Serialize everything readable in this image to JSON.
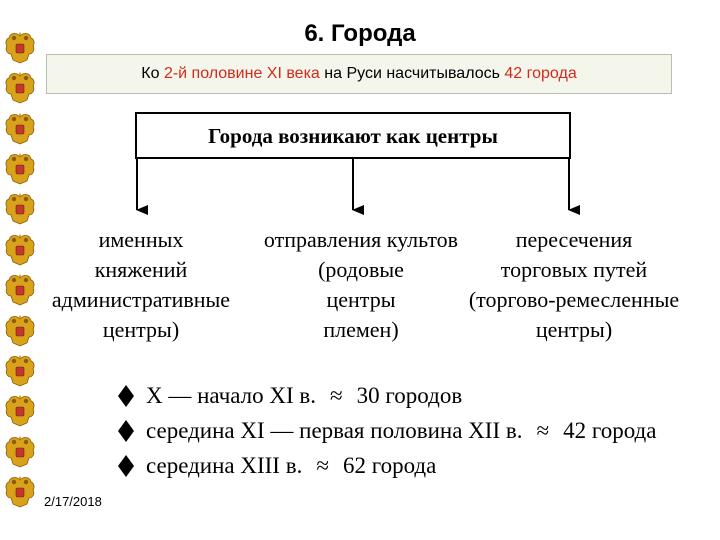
{
  "slide": {
    "title": "6. Города",
    "subtitle": {
      "prefix": "Ко ",
      "highlight1": "2-й половине XI века",
      "middle": " на Руси насчитывалось ",
      "highlight2": "42 города"
    },
    "date": "2/17/2018"
  },
  "diagram": {
    "header": "Города возникают как центры",
    "branches": [
      {
        "lines": [
          "именных",
          "княжений",
          "административные",
          "центры)"
        ]
      },
      {
        "lines": [
          "отправления культов",
          "(родовые",
          "центры",
          "племен)"
        ]
      },
      {
        "lines": [
          "пересечения",
          "торговых путей",
          "(торгово-ремесленные",
          "центры)"
        ]
      }
    ]
  },
  "bullets": [
    {
      "text": "X — начало XI в.",
      "approx": "≈",
      "value": "30 городов"
    },
    {
      "text": "середина XI — первая половина XII в.",
      "approx": "≈",
      "value": "42 города"
    },
    {
      "text": "середина XIII в.",
      "approx": "≈",
      "value": "62 города"
    }
  ],
  "colors": {
    "accent_red": "#d42a1c",
    "box_bg": "#f4f6ec",
    "eagle_gold": "#d9a21b",
    "eagle_red": "#c0392b"
  },
  "icons": {
    "eagle": "double-headed-eagle-icon",
    "bullet": "diamond-bullet-icon"
  }
}
